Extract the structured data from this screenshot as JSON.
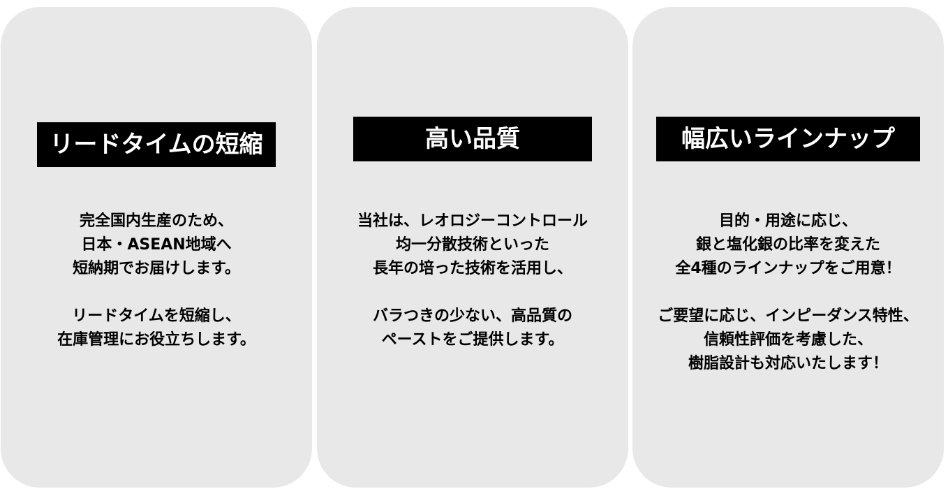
{
  "cards": [
    {
      "title": "リードタイムの短縮",
      "para1": [
        "完全国内生産のため、",
        "日本・ASEAN地域へ",
        "短納期でお届けします。"
      ],
      "para2": [
        "リードタイムを短縮し、",
        "在庫管理にお役立ちします。"
      ]
    },
    {
      "title": "高い品質",
      "para1": [
        "当社は、レオロジーコントロール",
        "均一分散技術といった",
        "長年の培った技術を活用し、"
      ],
      "para2": [
        "バラつきの少ない、高品質の",
        "ペーストをご提供します。"
      ]
    },
    {
      "title": "幅広いラインナップ",
      "para1": [
        "目的・用途に応じ、",
        "銀と塩化銀の比率を変えた",
        "全4種のラインナップをご用意！"
      ],
      "para2": [
        "ご要望に応じ、インピーダンス特性、",
        "信頼性評価を考慮した、",
        "樹脂設計も対応いたします！"
      ]
    }
  ],
  "colors": {
    "card_background": "#e8e8e8",
    "title_background": "#000000",
    "title_text": "#ffffff",
    "body_text": "#000000"
  }
}
